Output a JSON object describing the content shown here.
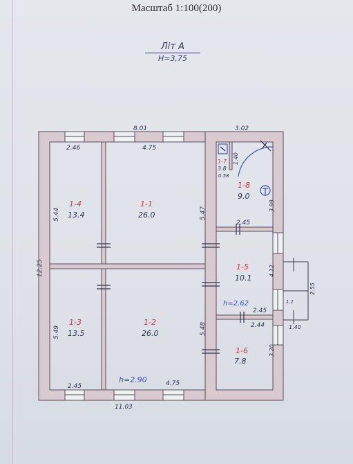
{
  "header": {
    "scale": "Масштаб 1:100(200)"
  },
  "litera": {
    "title": "Літ А",
    "height": "Н=3,75"
  },
  "dimensions": {
    "top_left": "8.01",
    "top_right": "3.02",
    "left_total": "12.25",
    "bottom_total": "11.03",
    "r14_w": "2.46",
    "r11_w": "4.75",
    "r14_h": "5.44",
    "r11_h": "5.47",
    "r13_h": "5.49",
    "r12_h": "5.48",
    "r13_w": "2.45",
    "r12_w": "4.75",
    "r17_h": "1.40",
    "r17_w": "0.58",
    "r18_h": "3.99",
    "r18_w": "2.45",
    "r15_h": "4.12",
    "r15_w": "2.45",
    "r16_h": "3.20",
    "r16_w": "2.44",
    "porch_h": "2.55",
    "porch_w": "1.40",
    "porch_small": "1.1"
  },
  "rooms": [
    {
      "label": "1-4",
      "area": "13.4"
    },
    {
      "label": "1-1",
      "area": "26.0"
    },
    {
      "label": "1-3",
      "area": "13.5"
    },
    {
      "label": "1-2",
      "area": "26.0"
    },
    {
      "label": "1-7",
      "area": "3.8"
    },
    {
      "label": "1-8",
      "area": "9.0"
    },
    {
      "label": "1-5",
      "area": "10.1"
    },
    {
      "label": "1-6",
      "area": "7.8"
    }
  ],
  "heights": {
    "main": "h=2.90",
    "annex": "h=2.62"
  },
  "colors": {
    "wall": "#d9c9d1",
    "ink": "#30344f",
    "room_label": "#c23a4a",
    "height_note": "#3f4fbf"
  }
}
